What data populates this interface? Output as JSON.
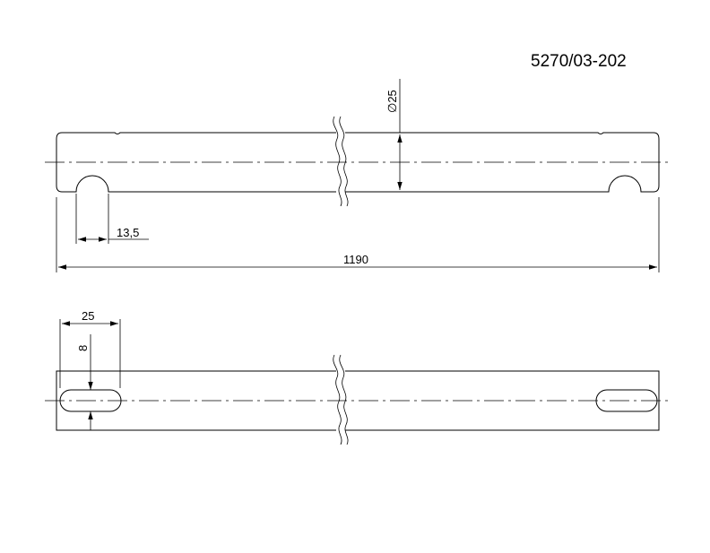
{
  "drawing": {
    "part_number": "5270/03-202",
    "dims": {
      "diameter": "25",
      "notch": "13,5",
      "length": "1190",
      "slot_length": "25",
      "slot_width": "8"
    },
    "diameter_symbol": "∅",
    "line_color": "#000000",
    "background": "#ffffff"
  }
}
